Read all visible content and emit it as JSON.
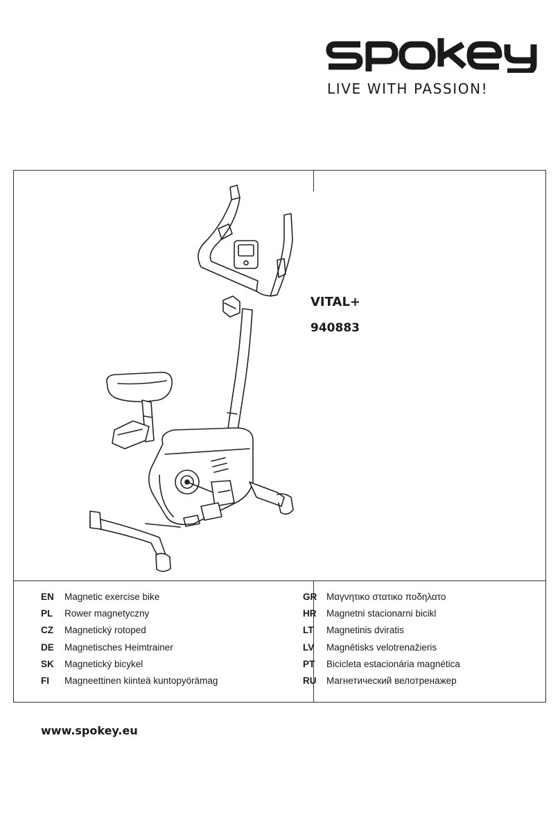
{
  "brand": {
    "logo_text": "spokey",
    "tagline": "LIVE WITH PASSION!"
  },
  "product": {
    "name": "VITAL+",
    "code": "940883"
  },
  "languages_left": [
    {
      "code": "EN",
      "text": "Magnetic exercise bike"
    },
    {
      "code": "PL",
      "text": "Rower magnetyczny"
    },
    {
      "code": "CZ",
      "text": "Magnetický rotoped"
    },
    {
      "code": "DE",
      "text": "Magnetisches Heimtrainer"
    },
    {
      "code": "SK",
      "text": "Magnetický bicykel"
    },
    {
      "code": "FI",
      "text": "Magneettinen kiinteä kuntopyörämag"
    }
  ],
  "languages_right": [
    {
      "code": "GR",
      "text": "Μαγνητικο στατικο ποδηλατο"
    },
    {
      "code": "HR",
      "text": "Magnetni stacionarni bicikl"
    },
    {
      "code": "LT",
      "text": "Magnetinis dviratis"
    },
    {
      "code": "LV",
      "text": "Magnētisks velotrenažieris"
    },
    {
      "code": "PT",
      "text": "Bicicleta estacionária magnética"
    },
    {
      "code": "RU",
      "text": "Магнетический велотренажер"
    }
  ],
  "footer": {
    "website": "www.spokey.eu"
  }
}
